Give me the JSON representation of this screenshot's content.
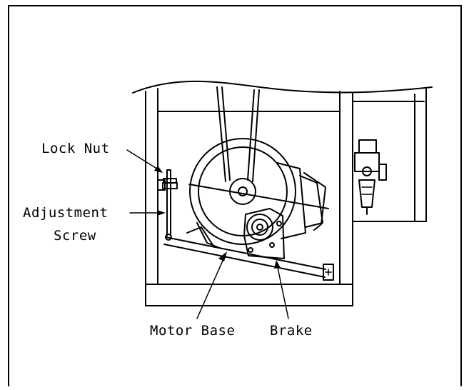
{
  "labels": {
    "lock_nut": "Lock Nut",
    "adjustment_screw_line1": "Adjustment",
    "adjustment_screw_line2": "Screw",
    "motor_base": "Motor Base",
    "brake": "Brake"
  },
  "colors": {
    "line": "#000000",
    "background": "#ffffff"
  }
}
